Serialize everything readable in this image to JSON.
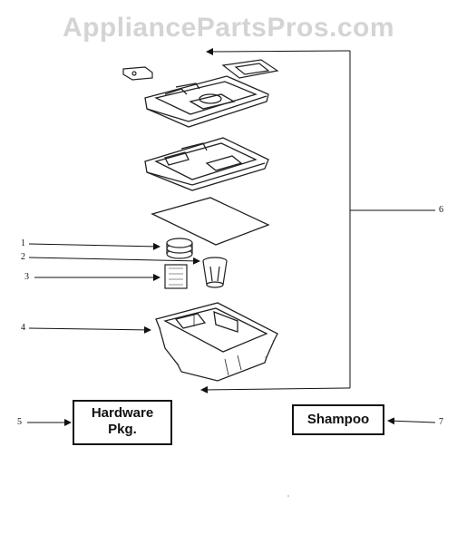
{
  "watermark": "AppliancePartsPros.com",
  "boxes": {
    "hardware_line1": "Hardware",
    "hardware_line2": "Pkg.",
    "shampoo": "Shampoo"
  },
  "callouts": [
    "1",
    "2",
    "3",
    "4",
    "5",
    "6",
    "7"
  ]
}
